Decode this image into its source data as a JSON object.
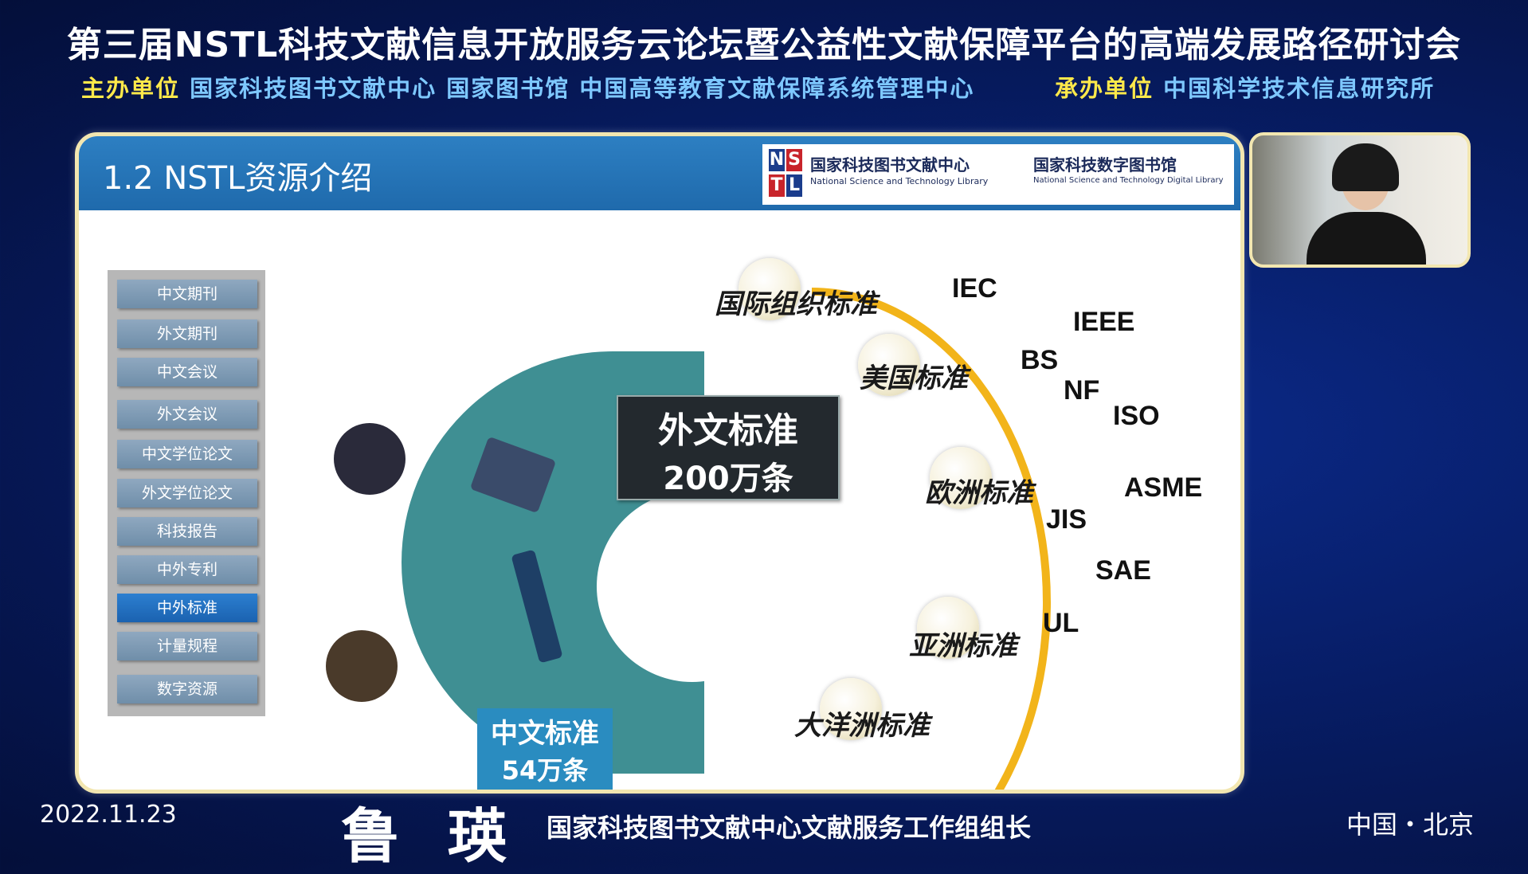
{
  "header": {
    "title": "第三届NSTL科技文献信息开放服务云论坛暨公益性文献保障平台的高端发展路径研讨会",
    "organizer_label": "主办单位",
    "organizers": "国家科技图书文献中心 国家图书馆 中国高等教育文献保障系统管理中心",
    "host_label": "承办单位",
    "host": "中国科学技术信息研究所"
  },
  "slide": {
    "title": "1.2 NSTL资源介绍",
    "logo": {
      "letters": [
        "N",
        "S",
        "T",
        "L"
      ],
      "org1_cn": "国家科技图书文献中心",
      "org1_en": "National Science and Technology Library",
      "org2_cn": "国家科技数字图书馆",
      "org2_en": "National Science and Technology Digital Library"
    },
    "sidebar": [
      "中文期刊",
      "外文期刊",
      "中文会议",
      "外文会议",
      "中文学位论文",
      "外文学位论文",
      "科技报告",
      "中外专利",
      "中外标准",
      "计量规程",
      "数字资源"
    ],
    "sidebar_active": "中外标准",
    "foreign": {
      "label": "外文标准",
      "count": "200万条"
    },
    "chinese": {
      "label": "中文标准",
      "count": "54万条"
    },
    "ring_nodes": [
      "国际组织标准",
      "美国标准",
      "欧洲标准",
      "亚洲标准",
      "大洋洲标准"
    ],
    "codes": [
      "IEC",
      "IEEE",
      "BS",
      "NF",
      "ISO",
      "ASME",
      "JIS",
      "SAE",
      "UL"
    ],
    "colors": {
      "ring": "#f2b41a",
      "teal": "#3f8f93",
      "header": "#2474b7"
    }
  },
  "footer": {
    "date": "2022.11.23",
    "speaker": "鲁瑛",
    "role": "国家科技图书文献中心文献服务工作组组长",
    "location": "中国・北京"
  }
}
